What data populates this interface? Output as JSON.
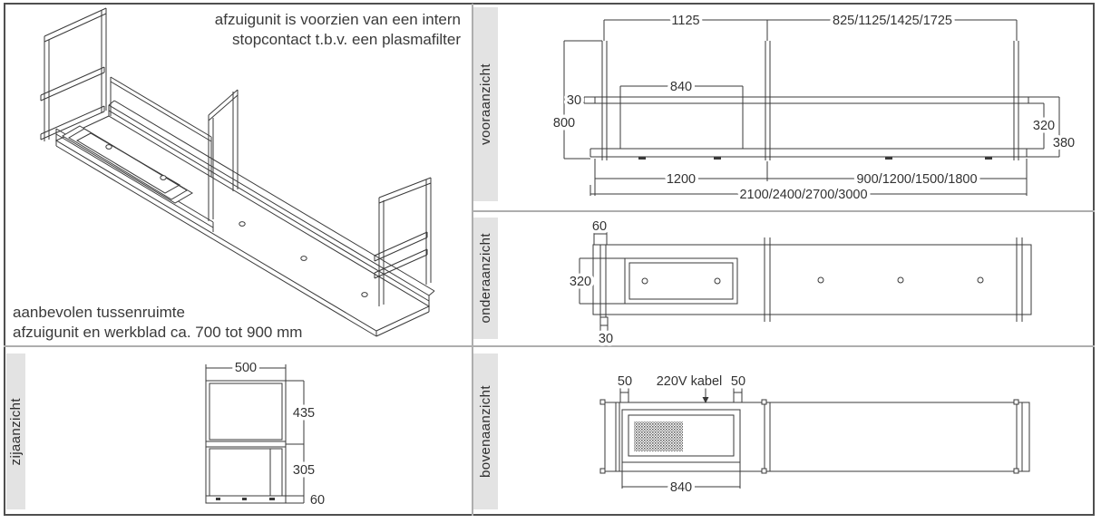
{
  "notes": {
    "top_line1": "afzuigunit is voorzien van een intern",
    "top_line2": "stopcontact t.b.v. een plasmafilter",
    "bottom_line1": "aanbevolen tussenruimte",
    "bottom_line2": "afzuigunit en werkblad ca. 700 tot 900 mm"
  },
  "views": {
    "front": {
      "label": "vooraanzicht",
      "dims": {
        "top_left": "1125",
        "top_right": "825/1125/1425/1725",
        "rail_height": "30",
        "height": "800",
        "filter_width": "840",
        "rail_to_plate": "320",
        "total_drop": "380",
        "bottom_left": "1200",
        "bottom_right": "900/1200/1500/1800",
        "total_width": "2100/2400/2700/3000"
      }
    },
    "bottom": {
      "label": "onderaanzicht",
      "dims": {
        "bracket_top": "60",
        "depth": "320",
        "bracket_bottom": "30"
      }
    },
    "side": {
      "label": "zijaanzicht",
      "dims": {
        "width": "500",
        "upper_height": "435",
        "lower_height": "305",
        "base_height": "60"
      }
    },
    "top": {
      "label": "bovenaanzicht",
      "dims": {
        "tab_left": "50",
        "cable": "220V kabel",
        "tab_right": "50",
        "housing_width": "840"
      }
    }
  },
  "colors": {
    "line": "#3a3a3a",
    "band_bg": "#e3e3e3",
    "divider": "#aeaeae",
    "border": "#4f4f4f",
    "text": "#333333"
  }
}
